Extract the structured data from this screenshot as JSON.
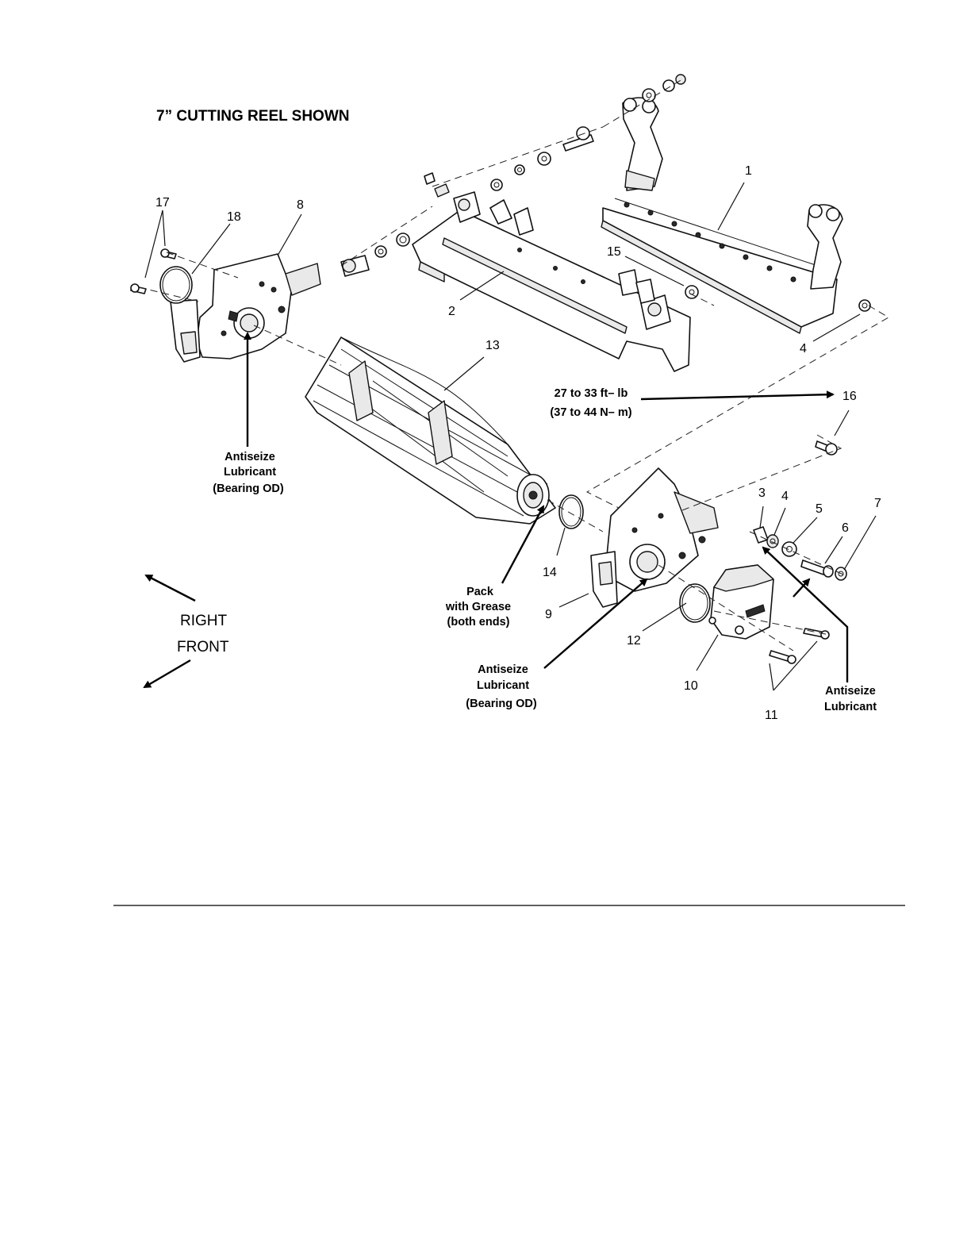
{
  "title": "7” CUTTING REEL SHOWN",
  "callouts": {
    "c1": "1",
    "c2": "2",
    "c3": "3",
    "c4a": "4",
    "c4b": "4",
    "c5": "5",
    "c6": "6",
    "c7": "7",
    "c8": "8",
    "c9": "9",
    "c10": "10",
    "c11": "11",
    "c12": "12",
    "c13": "13",
    "c14": "14",
    "c15": "15",
    "c16": "16",
    "c17": "17",
    "c18": "18"
  },
  "notes": {
    "antiseize_left": [
      "Antiseize",
      "Lubricant",
      "(Bearing OD)"
    ],
    "pack_grease": [
      "Pack",
      "with Grease",
      "(both ends)"
    ],
    "antiseize_center": [
      "Antiseize",
      "Lubricant",
      "(Bearing OD)"
    ],
    "antiseize_right": [
      "Antiseize",
      "Lubricant"
    ],
    "torque": [
      "27 to 33 ft– lb",
      "(37 to 44 N– m)"
    ]
  },
  "directions": {
    "right": "RIGHT",
    "front": "FRONT"
  }
}
